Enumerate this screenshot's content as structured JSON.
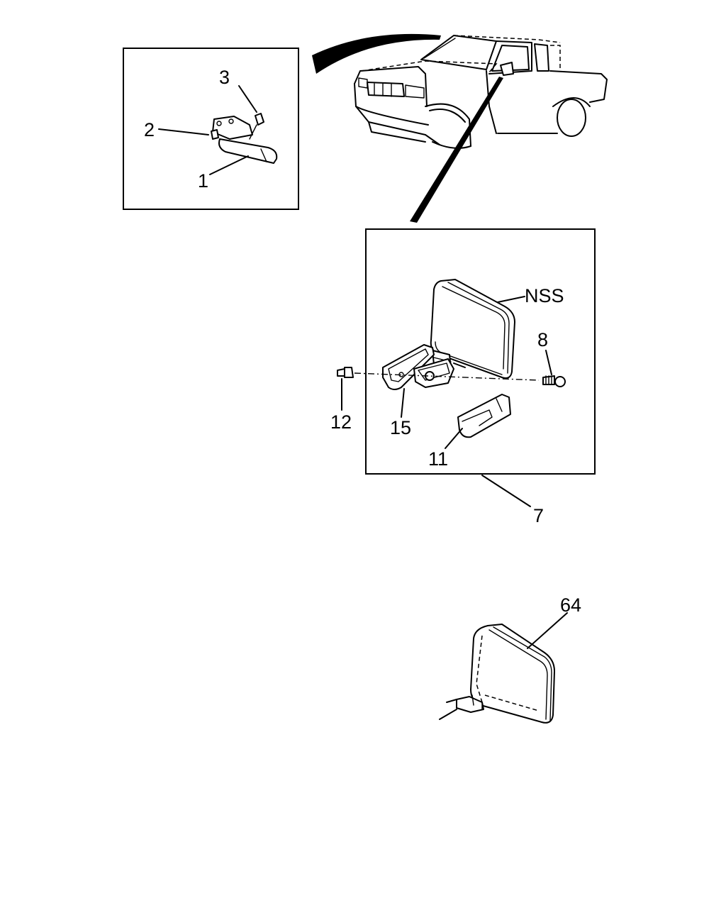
{
  "callouts": {
    "c1": "1",
    "c2": "2",
    "c3": "3",
    "c7": "7",
    "c8": "8",
    "c11": "11",
    "c12": "12",
    "c15": "15",
    "c64": "64",
    "nss": "NSS"
  },
  "colors": {
    "line": "#000000",
    "background": "#ffffff"
  }
}
